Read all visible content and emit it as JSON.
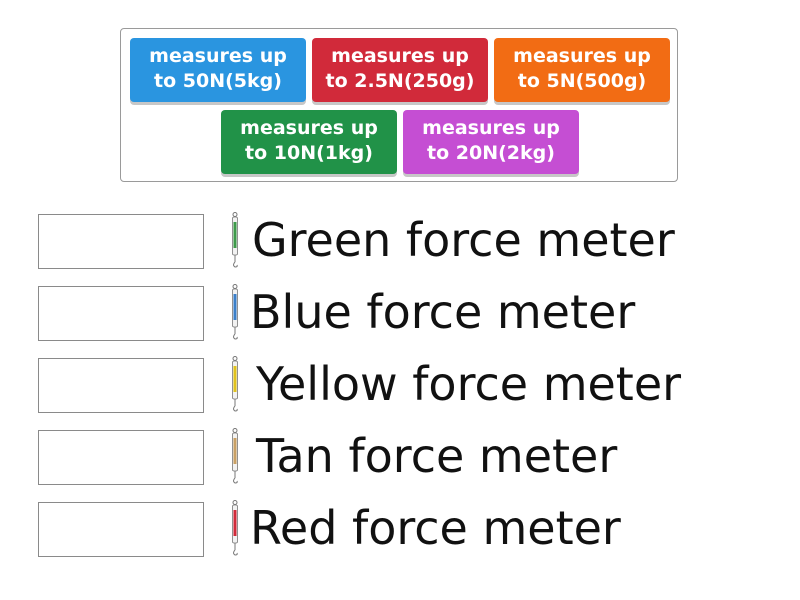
{
  "tiles": [
    {
      "id": "blue",
      "line1": "measures up",
      "line2": "to 50N(5kg)",
      "color": "#2a95e0"
    },
    {
      "id": "red",
      "line1": "measures up",
      "line2": "to 2.5N(250g)",
      "color": "#d12a3a"
    },
    {
      "id": "orange",
      "line1": "measures up",
      "line2": "to 5N(500g)",
      "color": "#f26c14"
    },
    {
      "id": "green",
      "line1": "measures up",
      "line2": "to 10N(1kg)",
      "color": "#219248"
    },
    {
      "id": "purple",
      "line1": "measures up",
      "line2": "to 20N(2kg)",
      "color": "#c54ed3"
    }
  ],
  "rows": [
    {
      "label": "Green force meter",
      "icon": "force-meter-icon",
      "meter_color": "#3e9a4a"
    },
    {
      "label": "Blue force meter",
      "icon": "force-meter-icon",
      "meter_color": "#3a7fc9"
    },
    {
      "label": "Yellow force meter",
      "icon": "force-meter-icon",
      "meter_color": "#e0c21c"
    },
    {
      "label": "Tan force meter",
      "icon": "force-meter-icon",
      "meter_color": "#c9a064"
    },
    {
      "label": "Red force meter",
      "icon": "force-meter-icon",
      "meter_color": "#d12a3a"
    }
  ]
}
